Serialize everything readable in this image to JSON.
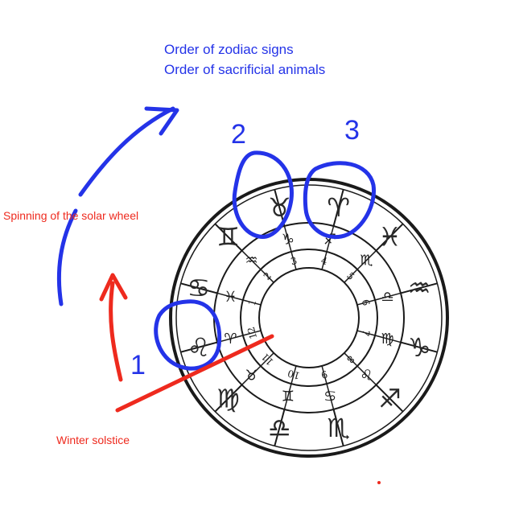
{
  "caption": {
    "line1": "Order of zodiac signs",
    "line2": "Order of sacrificial animals",
    "spinning": "Spinning of the solar wheel",
    "solstice": "Winter solstice"
  },
  "markers": [
    "1",
    "2",
    "3"
  ],
  "inner_ring_numbers": [
    "1",
    "2",
    "3",
    "4",
    "5",
    "6",
    "7",
    "8",
    "9",
    "10",
    "11",
    "12"
  ],
  "zodiac_symbols": [
    "♓",
    "♒",
    "♑",
    "♐",
    "♏",
    "♎",
    "♍",
    "♌",
    "♋",
    "♊",
    "♉",
    "♈"
  ],
  "zodiac_glyphs": [
    "♈",
    "♉",
    "♊",
    "♋",
    "♌",
    "♍",
    "♎",
    "♏",
    "♐",
    "♑",
    "♒",
    "♓"
  ],
  "colors": {
    "annotation_blue": "#2433e8",
    "annotation_red": "#ee2a1e",
    "ink": "#1a1a1a"
  }
}
